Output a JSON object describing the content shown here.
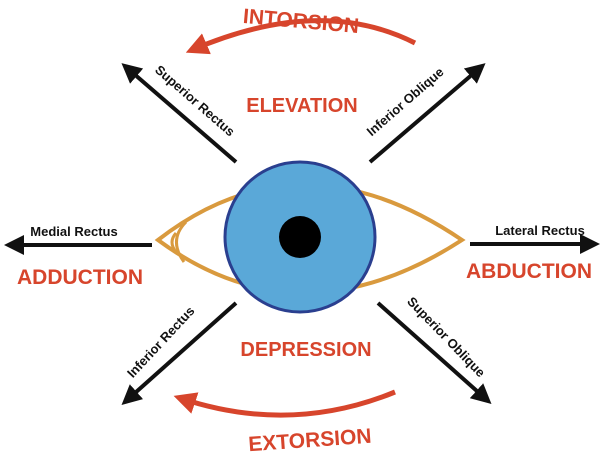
{
  "movements": {
    "intorsion": "INTORSION",
    "elevation": "ELEVATION",
    "adduction": "ADDUCTION",
    "abduction": "ABDUCTION",
    "depression": "DEPRESSION",
    "extorsion": "EXTORSION"
  },
  "muscles": {
    "superior_rectus": "Superior Rectus",
    "inferior_oblique": "Inferior Oblique",
    "medial_rectus": "Medial Rectus",
    "lateral_rectus": "Lateral Rectus",
    "inferior_rectus": "Inferior Rectus",
    "superior_oblique": "Superior Oblique"
  },
  "colors": {
    "accent_red": "#d7452c",
    "eye_outline": "#d99a3e",
    "iris": "#5aa8d8",
    "iris_ring": "#2a3f8f",
    "pupil": "#000000",
    "arrow": "#111111"
  }
}
